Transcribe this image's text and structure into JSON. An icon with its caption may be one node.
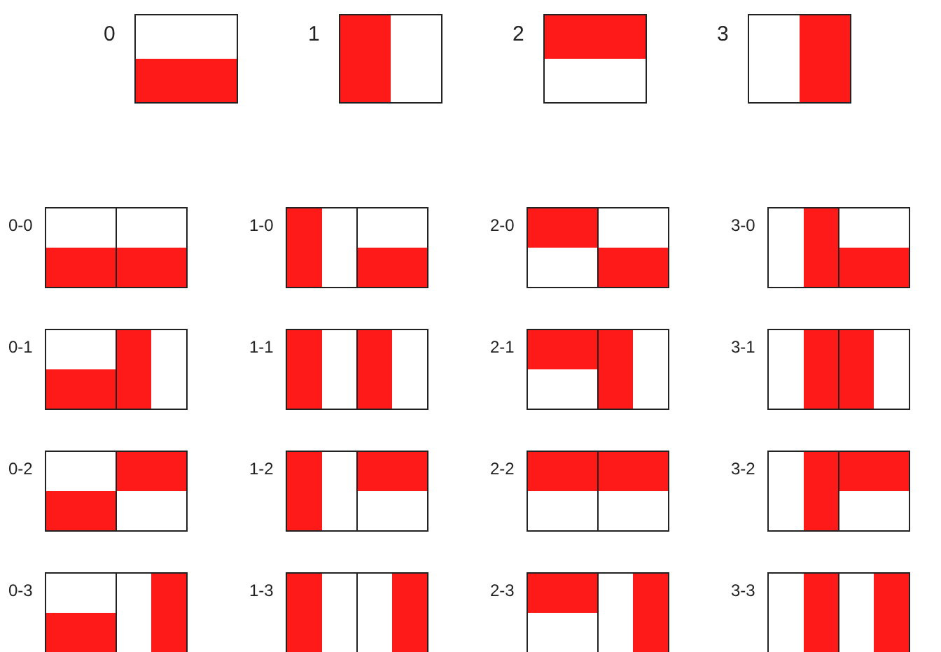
{
  "diagram": {
    "labels": [
      "0",
      "1",
      "2",
      "3",
      "0-0",
      "1-0",
      "2-0",
      "3-0",
      "0-1",
      "1-1",
      "2-1",
      "3-1",
      "0-2",
      "1-2",
      "2-2",
      "3-2",
      "0-3",
      "1-3",
      "2-3",
      "3-3"
    ]
  }
}
